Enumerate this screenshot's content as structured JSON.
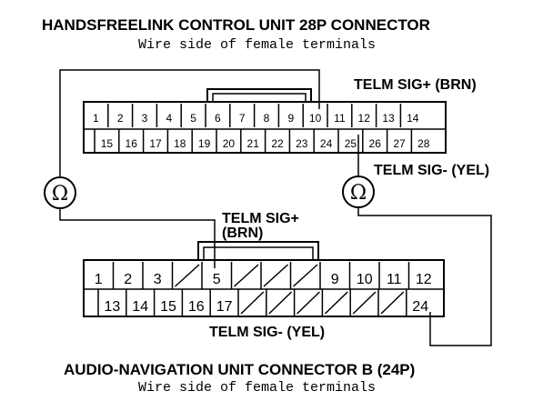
{
  "top_connector": {
    "title": "HANDSFREELINK CONTROL UNIT 28P CONNECTOR",
    "subtitle": "Wire side of female terminals",
    "row1": [
      "1",
      "2",
      "3",
      "4",
      "5",
      "6",
      "7",
      "8",
      "9",
      "10",
      "11",
      "12",
      "13",
      "14"
    ],
    "row2": [
      "15",
      "16",
      "17",
      "18",
      "19",
      "20",
      "21",
      "22",
      "23",
      "24",
      "25",
      "26",
      "27",
      "28"
    ],
    "label_pos": "TELM SIG+ (BRN)",
    "label_neg": "TELM SIG- (YEL)"
  },
  "bottom_connector": {
    "title": "AUDIO-NAVIGATION UNIT CONNECTOR B (24P)",
    "subtitle": "Wire side of female terminals",
    "row1": [
      "1",
      "2",
      "3",
      "",
      "5",
      "",
      "",
      "",
      "9",
      "10",
      "11",
      "12"
    ],
    "row2": [
      "13",
      "14",
      "15",
      "16",
      "17",
      "",
      "",
      "",
      "",
      "",
      "",
      "24"
    ],
    "label_pos_line1": "TELM SIG+",
    "label_pos_line2": "(BRN)",
    "label_neg": "TELM SIG- (YEL)"
  },
  "meters": {
    "left_symbol": "Ω",
    "right_symbol": "Ω"
  }
}
